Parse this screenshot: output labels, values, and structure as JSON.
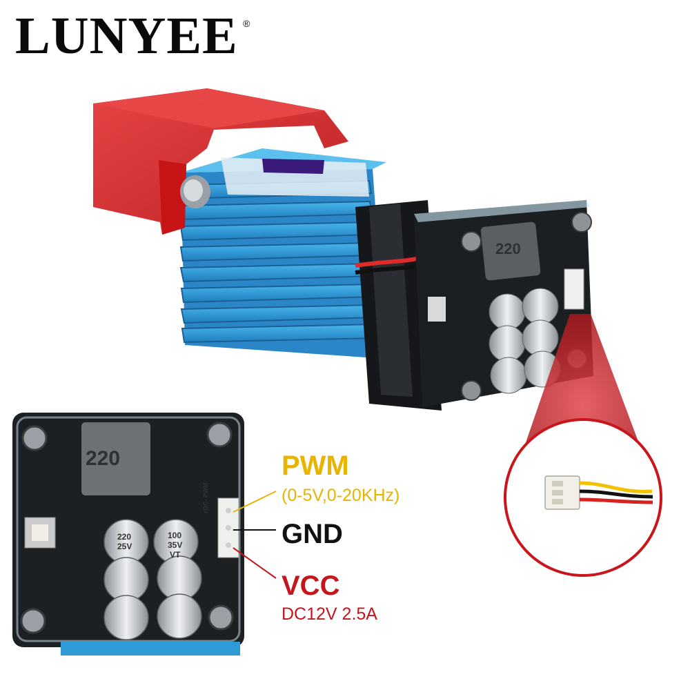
{
  "brand": {
    "name": "LUNYEE",
    "registered": "®"
  },
  "board": {
    "inductor_marking": "220",
    "capacitor_top": "100",
    "capacitor_voltage": "35V",
    "capacitor_series": "VT",
    "capacitor_value_flipped": "220",
    "capacitor_voltage_flipped": "25V",
    "connector_label": "PWM",
    "connector_pins_label": "+DC- PWM"
  },
  "pins": {
    "pwm": {
      "name": "PWM",
      "spec": "(0-5V,0-20KHz)",
      "color": "#e8b400"
    },
    "gnd": {
      "name": "GND",
      "color": "#111111"
    },
    "vcc": {
      "name": "VCC",
      "spec": "DC12V 2.5A",
      "color": "#c4161c"
    }
  },
  "colors": {
    "heatsink": "#2f9bd6",
    "shield": "#d81c1c",
    "pcb": "#1d2023",
    "callout": "#c9161c"
  }
}
